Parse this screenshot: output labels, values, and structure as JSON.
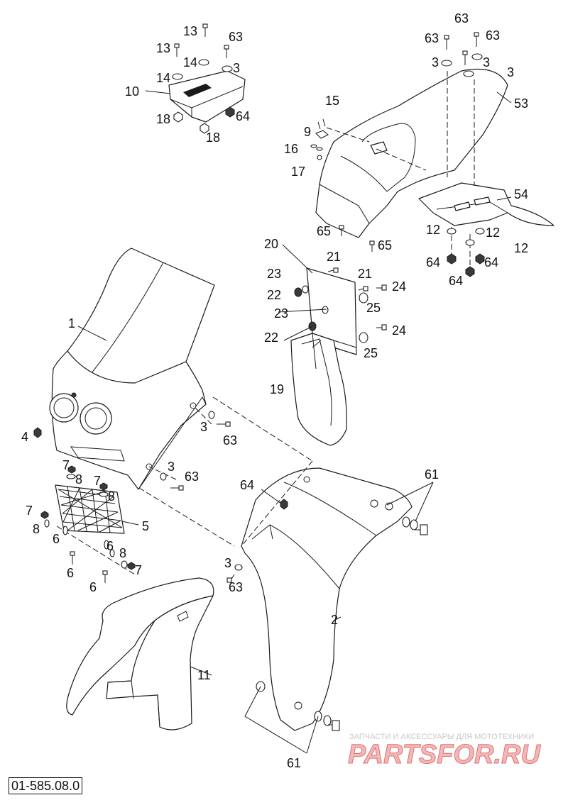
{
  "diagram_code": "01-585.08.0",
  "watermark": {
    "tagline": "ЗАПЧАСТИ И АКСЕССУАРЫ ДЛЯ МОТОТЕХНИКИ",
    "brand": "PARTSFOR.RU"
  },
  "callouts": {
    "c1": "1",
    "c2": "2",
    "c3a": "3",
    "c3b": "3",
    "c3c": "3",
    "c3d": "3",
    "c3e": "3",
    "c3f": "3",
    "c4": "4",
    "c5": "5",
    "c6a": "6",
    "c6b": "6",
    "c6c": "6",
    "c6d": "6",
    "c7a": "7",
    "c7b": "7",
    "c7c": "7",
    "c7d": "7",
    "c8a": "8",
    "c8b": "8",
    "c8c": "8",
    "c8d": "8",
    "c9": "9",
    "c10": "10",
    "c11": "11",
    "c12a": "12",
    "c12b": "12",
    "c12c": "12",
    "c13a": "13",
    "c13b": "13",
    "c14a": "14",
    "c14b": "14",
    "c15": "15",
    "c16": "16",
    "c17": "17",
    "c18a": "18",
    "c18b": "18",
    "c19": "19",
    "c20": "20",
    "c21a": "21",
    "c21b": "21",
    "c22a": "22",
    "c22b": "22",
    "c23a": "23",
    "c23b": "23",
    "c24a": "24",
    "c24b": "24",
    "c25a": "25",
    "c25b": "25",
    "c53": "53",
    "c54": "54",
    "c61a": "61",
    "c61b": "61",
    "c63a": "63",
    "c63b": "63",
    "c63c": "63",
    "c63d": "63",
    "c63e": "63",
    "c63f": "63",
    "c63g": "63",
    "c64a": "64",
    "c64b": "64",
    "c64c": "64",
    "c64d": "64",
    "c64e": "64",
    "c65a": "65",
    "c65b": "65"
  },
  "icons": {
    "screw": "screw-icon",
    "washer": "washer-icon",
    "nut": "nut-icon"
  }
}
